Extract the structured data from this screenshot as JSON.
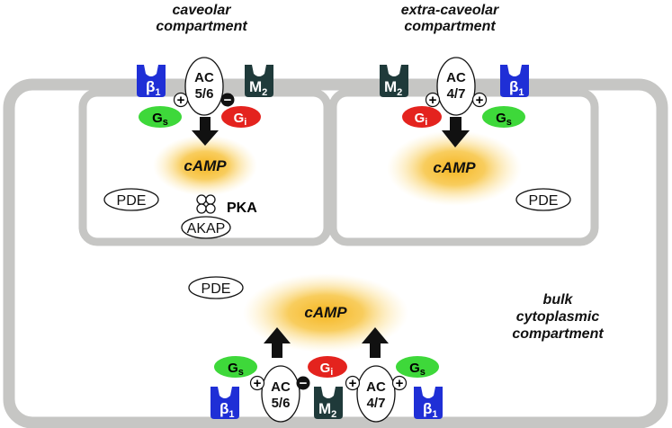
{
  "labels": {
    "caveolar": [
      "caveolar",
      "compartment"
    ],
    "extra_caveolar": [
      "extra-caveolar",
      "compartment"
    ],
    "bulk": [
      "bulk",
      "cytoplasmic",
      "compartment"
    ]
  },
  "camp": "cAMP",
  "pde": "PDE",
  "pka": "PKA",
  "akap": "AKAP",
  "receptors": {
    "beta_base": "β",
    "beta_sub": "1",
    "m_base": "M",
    "m_sub": "2"
  },
  "gproteins": {
    "g_base": "G",
    "gs_sub": "s",
    "gi_sub": "i"
  },
  "ac": {
    "ac56": [
      "AC",
      "5/6"
    ],
    "ac47": [
      "AC",
      "4/7"
    ]
  },
  "signs": {
    "plus": "+",
    "minus": "−"
  },
  "colors": {
    "membrane": "#c6c6c4",
    "beta1": "#1f2fd6",
    "m2": "#1f3a3a",
    "gs": "#3ed83a",
    "gi": "#e4231e",
    "camp_glow": "#f5b51f"
  }
}
